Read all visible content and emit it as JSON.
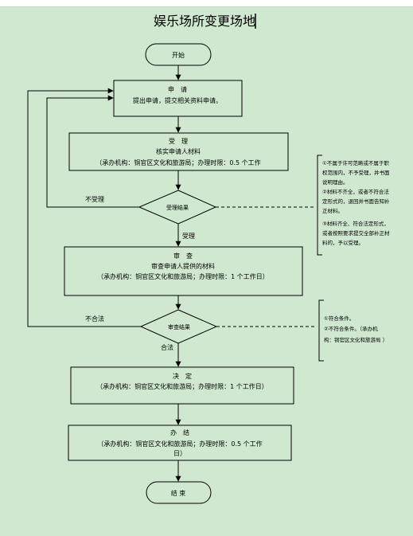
{
  "title": "娱乐场所变更场地",
  "colors": {
    "background": "#cfe8cf",
    "line": "#000000",
    "text": "#000000"
  },
  "nodes": {
    "start": {
      "label": "开始"
    },
    "apply": {
      "title": "申　请",
      "line1": "提出申请，提交相关资料申请。"
    },
    "accept": {
      "title": "受　理",
      "line1": "核实申请人材料",
      "line2": "（承办机构：铜官区文化和旅游局；办理时限：0.5 个工作"
    },
    "accept_decision": {
      "label": "受理结果"
    },
    "review": {
      "title": "审　查",
      "line1": "审查申请人提供的材料",
      "line2": "（承办机构：铜官区文化和旅游局；办理时限：1 个工作日）"
    },
    "review_decision": {
      "label": "审查结果"
    },
    "decide": {
      "title": "决　定",
      "line1": "（承办机构：铜官区文化和旅游局；办理时限：1 个工作日）"
    },
    "finish": {
      "title": "办　结",
      "line1": "（承办机构：铜官区文化和旅游局；办理时限：0.5 个工作",
      "line2": "日）"
    },
    "end": {
      "label": "结 束"
    }
  },
  "edges": {
    "not_accepted": "不受理",
    "accepted": "受理",
    "not_compliant": "不合法",
    "compliant": "合法"
  },
  "notes": {
    "accept": [
      "①不属于许可范畴或不属于职",
      "权范围内，不予受理，并书面",
      "说明理由。",
      "②材料不齐全，或者不符合法",
      "定形式的，退回并书面告知补",
      "正材料。",
      "③材料齐全、符合法定形式，",
      "或者按照要求提交全部补正材",
      "料的，予以受理。"
    ],
    "review": [
      "①符合条件。",
      "②不符合条件。（承办机",
      "构：铜官区文化和旅游局 ）"
    ]
  }
}
